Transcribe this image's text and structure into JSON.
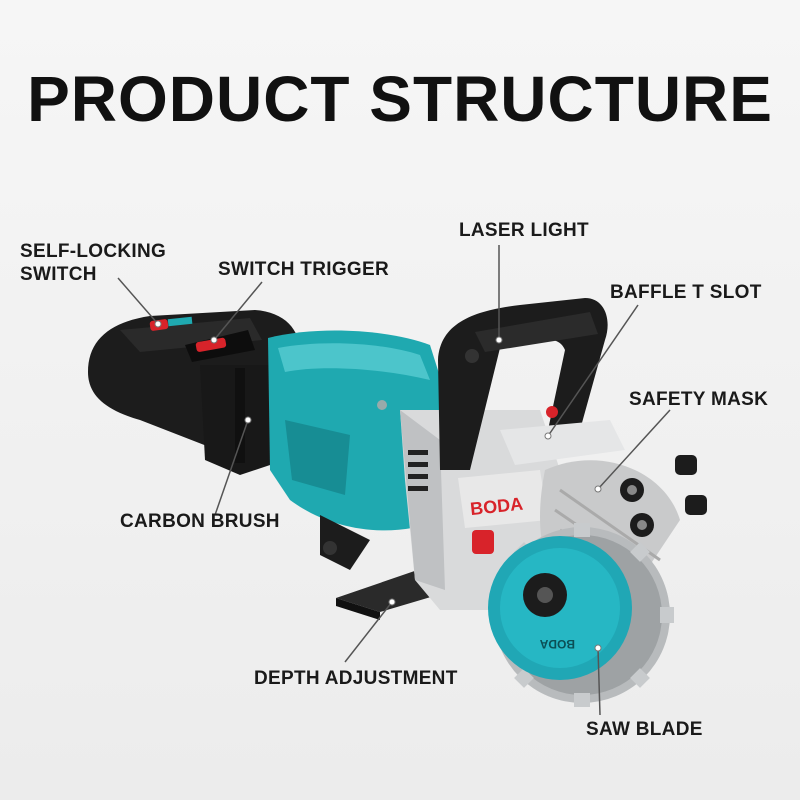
{
  "title": "PRODUCT STRUCTURE",
  "labels": {
    "self_locking_line1": "SELF-LOCKING",
    "self_locking_line2": "SWITCH",
    "switch_trigger": "SWITCH TRIGGER",
    "laser_light": "LASER LIGHT",
    "baffle_t_slot": "BAFFLE T SLOT",
    "safety_mask": "SAFETY MASK",
    "carbon_brush": "CARBON BRUSH",
    "depth_adjustment": "DEPTH ADJUSTMENT",
    "saw_blade": "SAW BLADE"
  },
  "brand_logo": "BODA",
  "blade_marking": "BODA",
  "colors": {
    "body_teal": "#1fa9b0",
    "body_black": "#1c1c1c",
    "metal": "#d9dadb",
    "accent_red": "#d8232a",
    "blade_teal": "#20a7b5"
  }
}
